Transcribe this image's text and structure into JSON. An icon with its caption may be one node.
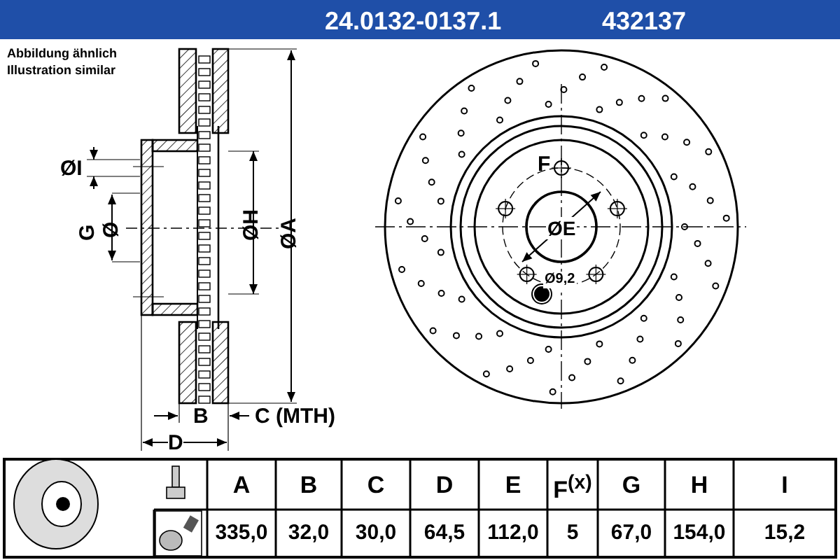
{
  "diagram": {
    "title": "24.0132-0137.1",
    "labels": [
      "432137",
      "Abbildung ähnlich",
      "Illustration similar",
      "ØI",
      "G",
      "Ø",
      "ØH",
      "ØA",
      "B",
      "C (MTH)",
      "D",
      "F",
      "ØE",
      "Ø9,2",
      "A",
      "B",
      "C",
      "D",
      "E",
      "F$^{(x)}$",
      "G",
      "H",
      "I",
      "335,0",
      "32,0",
      "30,0",
      "64,5",
      "112,0",
      "5",
      "67,0",
      "154,0",
      "15,2"
    ]
  }
}
